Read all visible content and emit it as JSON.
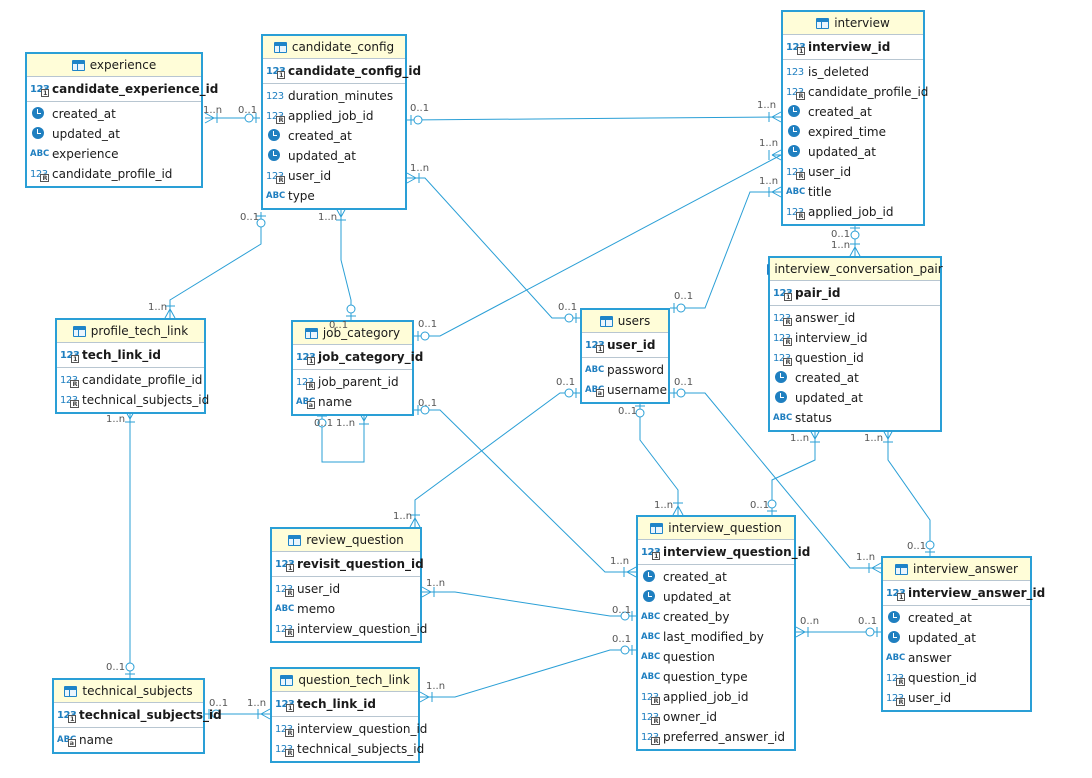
{
  "colors": {
    "line": "#2a9fd6",
    "header_bg": "#fffdd8",
    "icon": "#1f7fc0"
  },
  "tables": [
    {
      "key": "experience",
      "name": "experience",
      "icon": "table-icon",
      "pk": [
        {
          "name": "candidate_experience_id",
          "type": "num-key"
        }
      ],
      "columns": [
        {
          "name": "created_at",
          "type": "time"
        },
        {
          "name": "updated_at",
          "type": "time"
        },
        {
          "name": "experience",
          "type": "abc"
        },
        {
          "name": "candidate_profile_id",
          "type": "num-fk"
        }
      ]
    },
    {
      "key": "candidate_config",
      "name": "candidate_config",
      "icon": "table-icon",
      "pk": [
        {
          "name": "candidate_config_id",
          "type": "num-key"
        }
      ],
      "columns": [
        {
          "name": "duration_minutes",
          "type": "num"
        },
        {
          "name": "applied_job_id",
          "type": "num-fk"
        },
        {
          "name": "created_at",
          "type": "time"
        },
        {
          "name": "updated_at",
          "type": "time"
        },
        {
          "name": "user_id",
          "type": "num-fk"
        },
        {
          "name": "type",
          "type": "abc"
        }
      ]
    },
    {
      "key": "interview",
      "name": "interview",
      "icon": "table-icon",
      "pk": [
        {
          "name": "interview_id",
          "type": "num-key"
        }
      ],
      "columns": [
        {
          "name": "is_deleted",
          "type": "num"
        },
        {
          "name": "candidate_profile_id",
          "type": "num-fk"
        },
        {
          "name": "created_at",
          "type": "time"
        },
        {
          "name": "expired_time",
          "type": "time"
        },
        {
          "name": "updated_at",
          "type": "time"
        },
        {
          "name": "user_id",
          "type": "num-fk"
        },
        {
          "name": "title",
          "type": "abc"
        },
        {
          "name": "applied_job_id",
          "type": "num-fk"
        }
      ]
    },
    {
      "key": "interview_conversation_pair",
      "name": "interview_conversation_pair",
      "icon": "table-icon",
      "pk": [
        {
          "name": "pair_id",
          "type": "num-key"
        }
      ],
      "columns": [
        {
          "name": "answer_id",
          "type": "num-fk"
        },
        {
          "name": "interview_id",
          "type": "num-fk"
        },
        {
          "name": "question_id",
          "type": "num-fk"
        },
        {
          "name": "created_at",
          "type": "time"
        },
        {
          "name": "updated_at",
          "type": "time"
        },
        {
          "name": "status",
          "type": "abc"
        }
      ]
    },
    {
      "key": "profile_tech_link",
      "name": "profile_tech_link",
      "icon": "table-icon",
      "pk": [
        {
          "name": "tech_link_id",
          "type": "num-key"
        }
      ],
      "columns": [
        {
          "name": "candidate_profile_id",
          "type": "num-fk"
        },
        {
          "name": "technical_subjects_id",
          "type": "num-fk"
        }
      ]
    },
    {
      "key": "job_category",
      "name": "job_category",
      "icon": "table-icon",
      "pk": [
        {
          "name": "job_category_id",
          "type": "num-key"
        }
      ],
      "columns": [
        {
          "name": "job_parent_id",
          "type": "num-fk"
        },
        {
          "name": "name",
          "type": "abc-key"
        }
      ]
    },
    {
      "key": "users",
      "name": "users",
      "icon": "table-icon",
      "pk": [
        {
          "name": "user_id",
          "type": "num-key"
        }
      ],
      "columns": [
        {
          "name": "password",
          "type": "abc"
        },
        {
          "name": "username",
          "type": "abc-key"
        }
      ]
    },
    {
      "key": "review_question",
      "name": "review_question",
      "icon": "table-icon",
      "pk": [
        {
          "name": "revisit_question_id",
          "type": "num-key"
        }
      ],
      "columns": [
        {
          "name": "user_id",
          "type": "num-fk"
        },
        {
          "name": "memo",
          "type": "abc"
        },
        {
          "name": "interview_question_id",
          "type": "num-fk"
        }
      ]
    },
    {
      "key": "interview_question",
      "name": "interview_question",
      "icon": "table-icon",
      "pk": [
        {
          "name": "interview_question_id",
          "type": "num-key"
        }
      ],
      "columns": [
        {
          "name": "created_at",
          "type": "time"
        },
        {
          "name": "updated_at",
          "type": "time"
        },
        {
          "name": "created_by",
          "type": "abc"
        },
        {
          "name": "last_modified_by",
          "type": "abc"
        },
        {
          "name": "question",
          "type": "abc"
        },
        {
          "name": "question_type",
          "type": "abc"
        },
        {
          "name": "applied_job_id",
          "type": "num-fk"
        },
        {
          "name": "owner_id",
          "type": "num-fk"
        },
        {
          "name": "preferred_answer_id",
          "type": "num-fk"
        }
      ]
    },
    {
      "key": "interview_answer",
      "name": "interview_answer",
      "icon": "table-icon",
      "pk": [
        {
          "name": "interview_answer_id",
          "type": "num-key"
        }
      ],
      "columns": [
        {
          "name": "created_at",
          "type": "time"
        },
        {
          "name": "updated_at",
          "type": "time"
        },
        {
          "name": "answer",
          "type": "abc"
        },
        {
          "name": "question_id",
          "type": "num-fk"
        },
        {
          "name": "user_id",
          "type": "num-fk"
        }
      ]
    },
    {
      "key": "technical_subjects",
      "name": "technical_subjects",
      "icon": "table-icon",
      "pk": [
        {
          "name": "technical_subjects_id",
          "type": "num-key"
        }
      ],
      "columns": [
        {
          "name": "name",
          "type": "abc-key"
        }
      ]
    },
    {
      "key": "question_tech_link",
      "name": "question_tech_link",
      "icon": "table-icon",
      "pk": [
        {
          "name": "tech_link_id",
          "type": "num-key"
        }
      ],
      "columns": [
        {
          "name": "interview_question_id",
          "type": "num-fk"
        },
        {
          "name": "technical_subjects_id",
          "type": "num-fk"
        }
      ]
    }
  ],
  "relationships": [
    {
      "from": "experience",
      "to": "candidate_config",
      "from_card": "1..n",
      "to_card": "0..1"
    },
    {
      "from": "candidate_config",
      "to": "interview",
      "from_card": "0..1",
      "to_card": "1..n"
    },
    {
      "from": "candidate_config",
      "to": "users",
      "from_card": "1..n",
      "to_card": "0..1"
    },
    {
      "from": "candidate_config",
      "to": "profile_tech_link",
      "from_card": "0..1",
      "to_card": "1..n"
    },
    {
      "from": "candidate_config",
      "to": "job_category",
      "from_card": "1..n",
      "to_card": "0..1"
    },
    {
      "from": "job_category",
      "to": "interview",
      "from_card": "0..1",
      "to_card": "1..n"
    },
    {
      "from": "users",
      "to": "interview",
      "from_card": "0..1",
      "to_card": "1..n"
    },
    {
      "from": "interview",
      "to": "interview_conversation_pair",
      "from_card": "0..1",
      "to_card": "1..n"
    },
    {
      "from": "interview_conversation_pair",
      "to": "interview_question",
      "from_card": "1..n",
      "to_card": "0..1"
    },
    {
      "from": "interview_conversation_pair",
      "to": "interview_answer",
      "from_card": "1..n",
      "to_card": "0..1"
    },
    {
      "from": "job_category",
      "to": "job_category",
      "from_card": "0..1",
      "to_card": "1..n"
    },
    {
      "from": "job_category",
      "to": "interview_question",
      "from_card": "0..1",
      "to_card": "1..n"
    },
    {
      "from": "users",
      "to": "review_question",
      "from_card": "0..1",
      "to_card": "1..n"
    },
    {
      "from": "users",
      "to": "interview_question",
      "from_card": "0..1",
      "to_card": "1..n"
    },
    {
      "from": "users",
      "to": "interview_answer",
      "from_card": "0..1",
      "to_card": "1..n"
    },
    {
      "from": "review_question",
      "to": "interview_question",
      "from_card": "1..n",
      "to_card": "0..1"
    },
    {
      "from": "question_tech_link",
      "to": "interview_question",
      "from_card": "1..n",
      "to_card": "0..1"
    },
    {
      "from": "profile_tech_link",
      "to": "technical_subjects",
      "from_card": "1..n",
      "to_card": "0..1"
    },
    {
      "from": "technical_subjects",
      "to": "question_tech_link",
      "from_card": "0..1",
      "to_card": "1..n"
    },
    {
      "from": "interview_question",
      "to": "interview_answer",
      "from_card": "0..n",
      "to_card": "0..1"
    }
  ]
}
